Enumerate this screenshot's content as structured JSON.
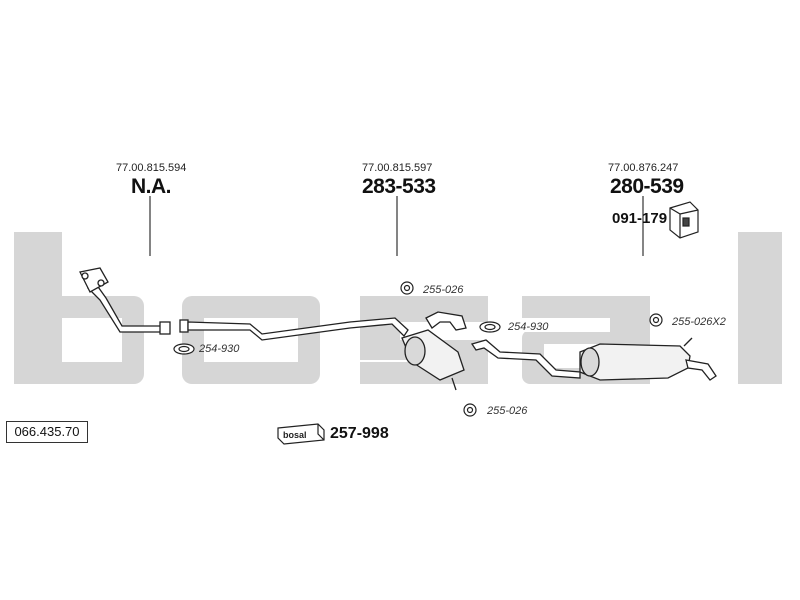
{
  "watermark": "bosal",
  "catalog_number": "066.435.70",
  "front_pipe": {
    "oem_ref": "77.00.815.594",
    "part_number": "N.A."
  },
  "middle_section": {
    "oem_ref": "77.00.815.597",
    "part_number": "283-533"
  },
  "rear_section": {
    "oem_ref": "77.00.876.247",
    "part_number": "280-539",
    "mounting_kit": "091-179"
  },
  "clamps": [
    {
      "label": "254-930"
    },
    {
      "label": "254-930"
    }
  ],
  "hangers": [
    {
      "label": "255-026"
    },
    {
      "label": "255-026"
    },
    {
      "label": "255-026X2"
    }
  ],
  "kit": {
    "box_label": "bosal",
    "number": "257-998"
  }
}
